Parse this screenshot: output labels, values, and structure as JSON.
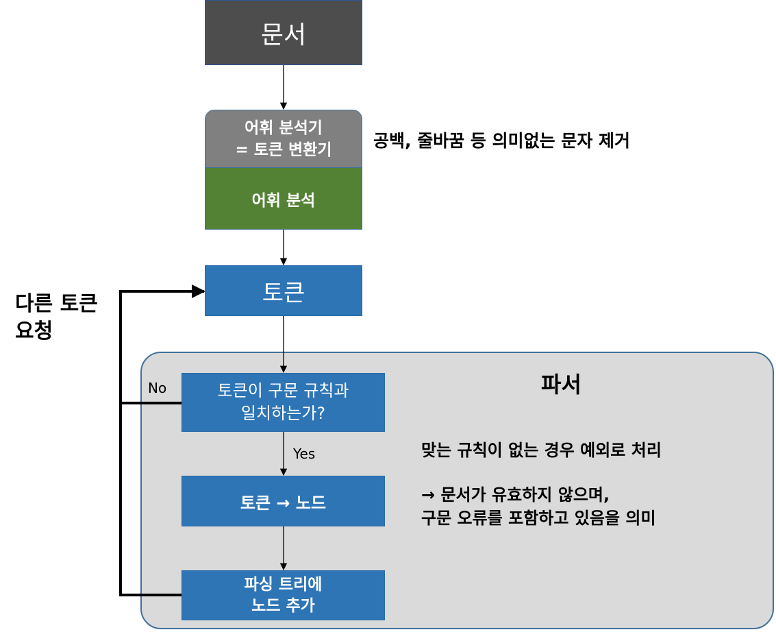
{
  "nodes": {
    "document": "문서",
    "lexer_line1": "어휘 분석기",
    "lexer_line2": "= 토큰 변환기",
    "lexical_analysis": "어휘 분석",
    "token": "토큰",
    "match_line1": "토큰이 구문 규칙과",
    "match_line2": "일치하는가?",
    "token_to_node": "토큰 → 노드",
    "add_line1": "파싱 트리에",
    "add_line2": "노드 추가"
  },
  "labels": {
    "lexer_note": "공백, 줄바꿈 등 의미없는 문자 제거",
    "request_line1": "다른 토큰",
    "request_line2": "요청",
    "no": "No",
    "yes": "Yes",
    "parser_title": "파서",
    "exception_note": "맞는 규칙이 없는 경우 예외로 처리",
    "invalid_line1": "→ 문서가 유효하지 않으며,",
    "invalid_line2": "구문 오류를 포함하고 있음을 의미"
  },
  "colors": {
    "document_fill": "#4d4d4d",
    "lexer_fill": "#808080",
    "lexical_fill": "#548235",
    "blue_fill": "#2e75b6",
    "parser_panel_fill": "#dadada",
    "parser_panel_border": "#41719c"
  }
}
